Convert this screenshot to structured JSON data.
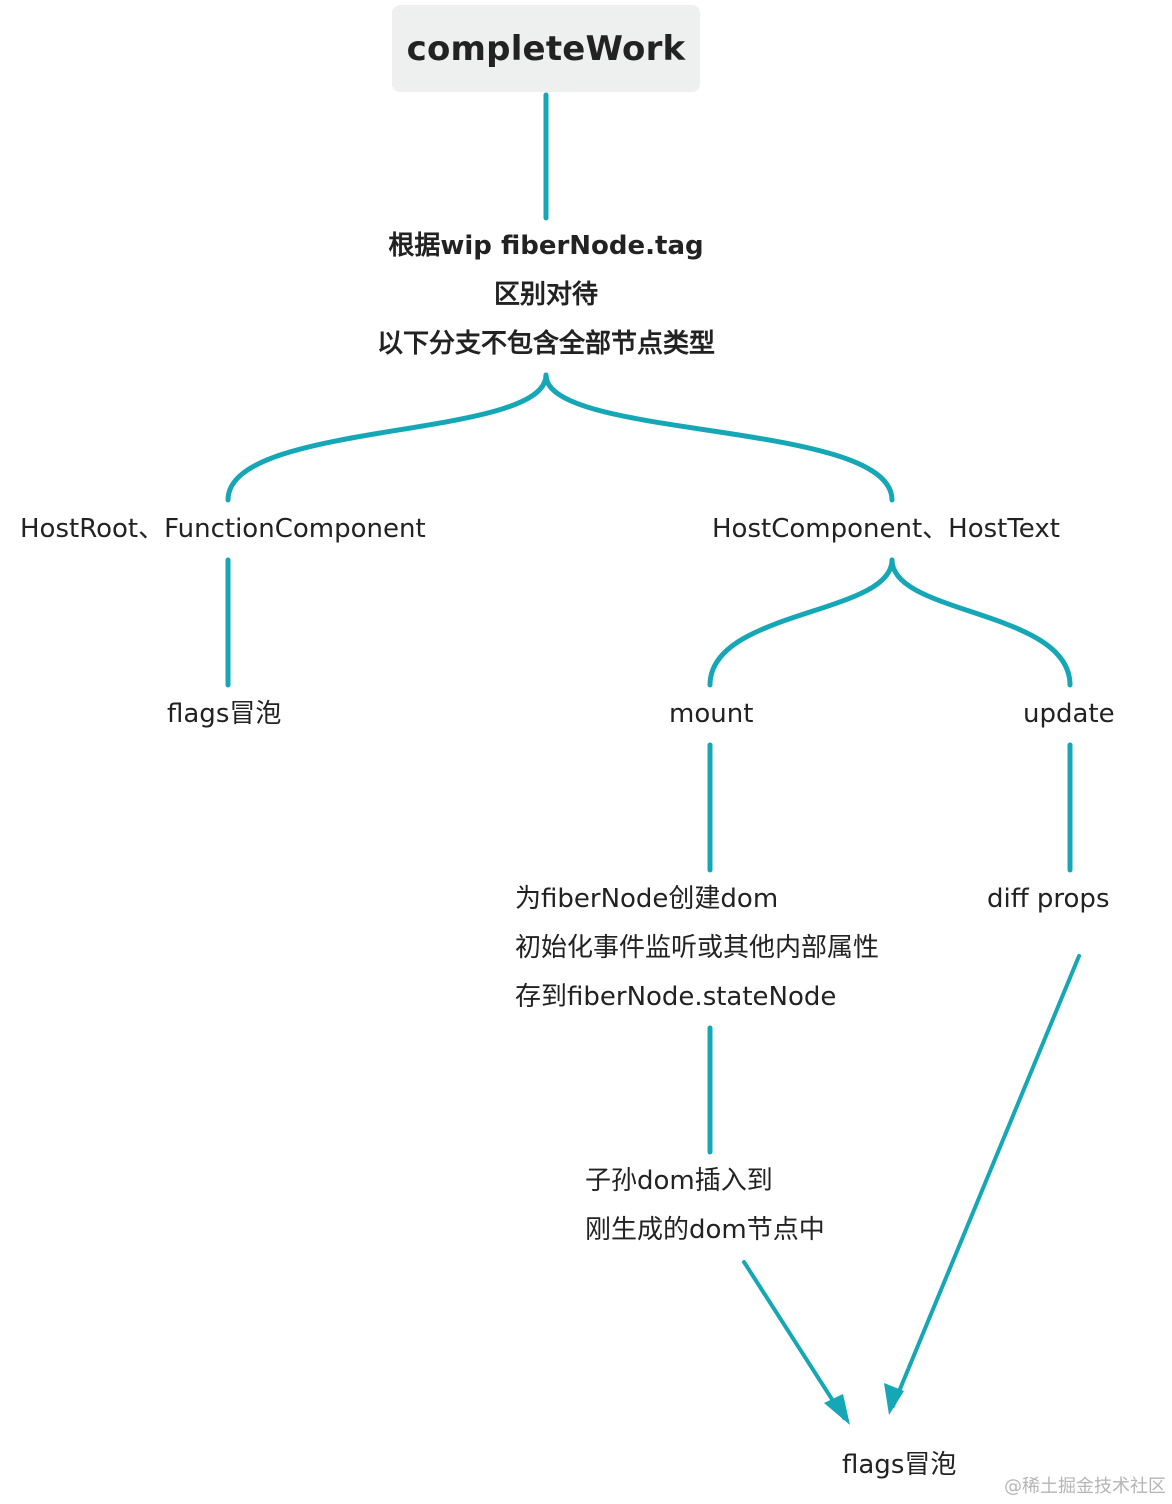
{
  "colors": {
    "connector": "#16a7b6",
    "root_box_fill": "#eef0f0",
    "text": "#222222"
  },
  "root": {
    "label": "completeWork"
  },
  "dispatch": {
    "lines": [
      "根据wip fiberNode.tag",
      "区别对待",
      "以下分支不包含全部节点类型"
    ]
  },
  "branches": {
    "left": {
      "label": "HostRoot、FunctionComponent",
      "result": "flags冒泡"
    },
    "right": {
      "label": "HostComponent、HostText",
      "mount": {
        "label": "mount",
        "step1": [
          "为fiberNode创建dom",
          "初始化事件监听或其他内部属性",
          "存到fiberNode.stateNode"
        ],
        "step2": [
          "子孙dom插入到",
          "刚生成的dom节点中"
        ]
      },
      "update": {
        "label": "update",
        "step1": "diff props"
      }
    }
  },
  "final": {
    "label": "flags冒泡"
  },
  "watermark": "@稀土掘金技术社区"
}
